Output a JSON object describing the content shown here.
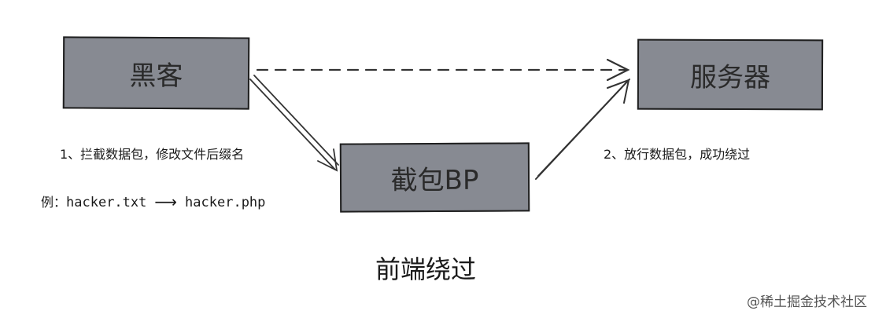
{
  "nodes": {
    "hacker": "黑客",
    "proxy": "截包BP",
    "server": "服务器"
  },
  "steps": {
    "step1": "1、拦截数据包，修改文件后缀名",
    "step2": "2、放行数据包，成功绕过"
  },
  "example": {
    "prefix": "例：",
    "from": "hacker.txt",
    "arrow": "⟶",
    "to": "hacker.php"
  },
  "caption": "前端绕过",
  "watermark": "@稀土掘金技术社区",
  "colors": {
    "box_fill": "#878a92",
    "stroke": "#1f1f1f"
  }
}
